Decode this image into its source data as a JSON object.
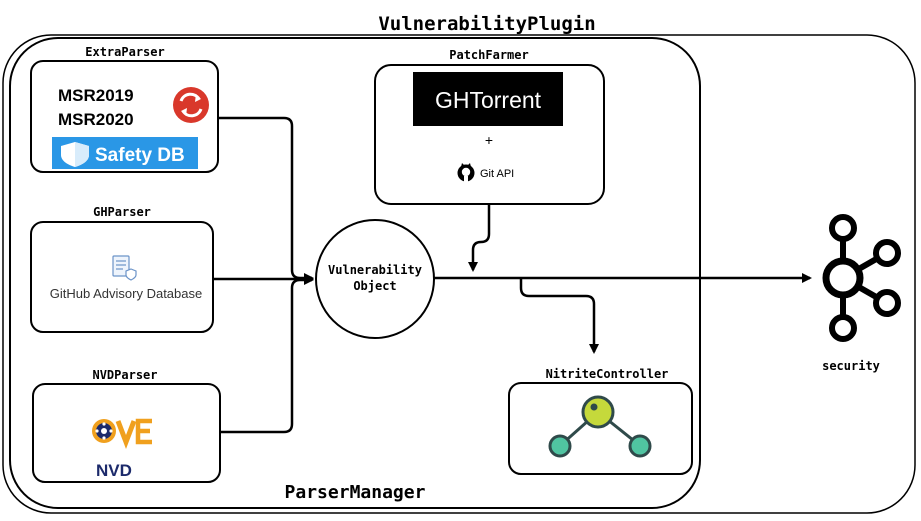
{
  "diagram": {
    "title": "VulnerabilityPlugin",
    "manager_label": "ParserManager",
    "central_node": {
      "line1": "Vulnerability",
      "line2": "Object"
    },
    "extra_parser": {
      "label": "ExtraParser",
      "source1": "MSR2019",
      "source2": "MSR2020",
      "safety_db": "Safety DB"
    },
    "gh_parser": {
      "label": "GHParser",
      "source": "GitHub Advisory Database"
    },
    "nvd_parser": {
      "label": "NVDParser",
      "nvd_text": "NVD",
      "cve_text": "CVE"
    },
    "patch_farmer": {
      "label": "PatchFarmer",
      "ghtorrent": "GHTorrent",
      "plus": "+",
      "git_api": "Git API"
    },
    "nitrite_controller": {
      "label": "NitriteController"
    },
    "output": {
      "label": "security"
    },
    "colors": {
      "stroke": "#000000",
      "safety_blue": "#2a97e6",
      "redhat_red": "#d9382b",
      "cve_orange": "#f0a01e",
      "nvd_navy": "#1c2a6b",
      "molecule_green": "#c5d93b",
      "molecule_teal": "#50c4a1",
      "molecule_dark": "#2f4a4a",
      "ghtorrent_bg": "#000000"
    }
  }
}
